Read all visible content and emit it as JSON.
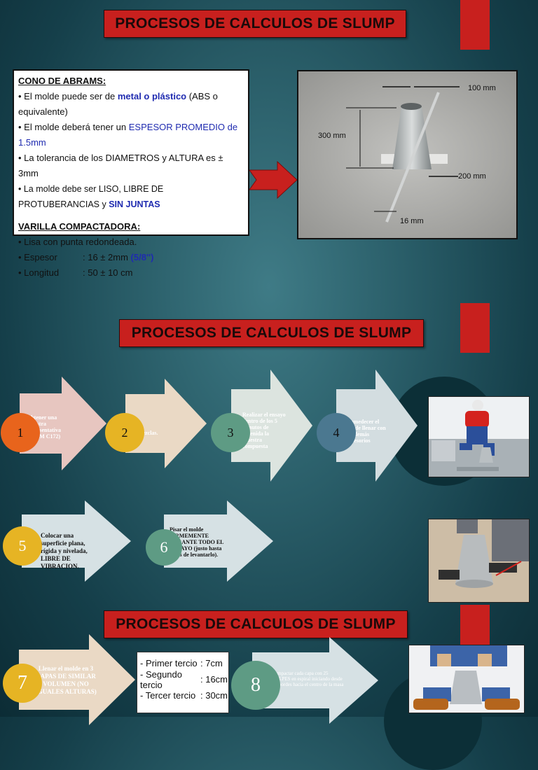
{
  "titles": {
    "slide1": "PROCESOS DE CALCULOS DE SLUMP",
    "slide2": "PROCESOS DE CALCULOS DE SLUMP",
    "slide3": "PROCESOS DE CALCULOS DE SLUMP"
  },
  "cono": {
    "heading": "CONO DE ABRAMS:",
    "line1_a": "• El molde puede ser de ",
    "line1_b": "metal o plástico",
    "line1_c": " (ABS o equivalente)",
    "line2_a": "• El molde deberá tener un ",
    "line2_b": "ESPESOR PROMEDIO de 1.5mm",
    "line3": "• La tolerancia de los DIAMETROS y ALTURA es ± 3mm",
    "line4_a": "• La molde debe ser LISO, LIBRE DE PROTUBERANCIAS y ",
    "line4_b": "SIN JUNTAS"
  },
  "varilla": {
    "heading": "VARILLA COMPACTADORA:",
    "line1": "• Lisa con punta redondeada.",
    "espesor_label": "• Espesor",
    "espesor_value": ": 16 ± 2mm ",
    "espesor_extra": "(5/8'')",
    "longitud_label": "• Longitud",
    "longitud_value": ": 50 ± 10 cm"
  },
  "dimensions": {
    "top": "100 mm",
    "height": "300 mm",
    "bottom": "200 mm",
    "rod": "16 mm"
  },
  "steps": {
    "s1_num": "1",
    "s1_text": "Obtener una muestra representativa (ASTM C172)",
    "s2_num": "2",
    "s2_text": "Mezclas.",
    "s3_num": "3",
    "s3_text": "Realizar el ensayo dentro de los 5 minutos de obtenida la muestra compuesta",
    "s4_num": "4",
    "s4_text": "Humedecer el molde llenar con los demás accesorios",
    "s5_num": "5",
    "s5_text": "Colocar una superficie plana, rígida y nivelada, LIBRE DE VIBRACION.",
    "s6_num": "6",
    "s6_text": "Pisar el molde FIRMEMENTE DURANTE TODO EL ENSAYO (justo hasta antes de levantarlo).",
    "s7_num": "7",
    "s7_text": "Llenar el molde en 3 CAPAS DE SIMILAR VOLUMEN (NO IGUALES ALTURAS)",
    "s8_num": "8",
    "s8_text": "Compactar cada capa con 25 GOLPES en espiral iniciando desde los bordes hacia el centro de la masa de"
  },
  "tercios": [
    {
      "label": "- Primer tercio",
      "value": ": 7cm"
    },
    {
      "label": "- Segundo tercio",
      "value": ": 16cm"
    },
    {
      "label": "- Tercer tercio",
      "value": ": 30cm"
    }
  ],
  "colors": {
    "title_red": "#c8201e",
    "badge1": "#e8641c",
    "badge_yellow": "#e6b424",
    "badge_green": "#5e9b84",
    "badge_blue": "#4b7890"
  }
}
